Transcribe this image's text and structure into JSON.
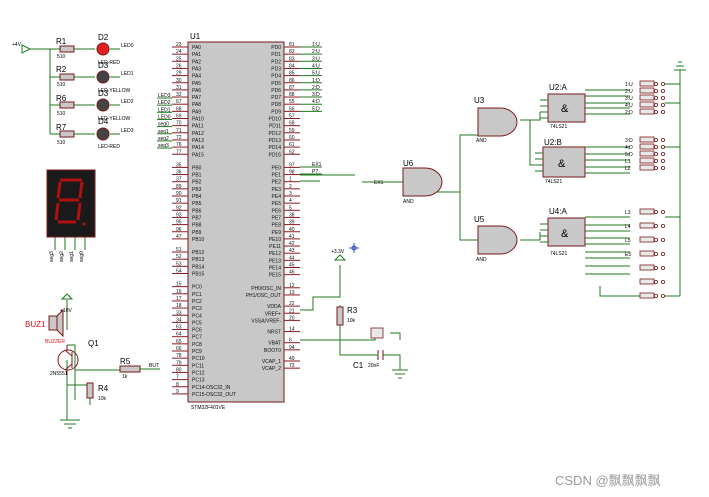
{
  "power": {
    "v4": "+4V",
    "v10": "+10V",
    "v33": "+3.3V"
  },
  "resistors": [
    {
      "name": "R1",
      "value": "510"
    },
    {
      "name": "R2",
      "value": "510"
    },
    {
      "name": "R6",
      "value": "510"
    },
    {
      "name": "R7",
      "value": "510"
    },
    {
      "name": "R5",
      "value": "1k"
    },
    {
      "name": "R4",
      "value": "10k"
    },
    {
      "name": "R3",
      "value": "10k"
    }
  ],
  "leds": [
    {
      "ref": "D2",
      "label": "LED-RED",
      "net": "LED0"
    },
    {
      "ref": "D3",
      "label": "LED-YELLOW",
      "net": "LED1"
    },
    {
      "ref": "D3",
      "label": "LED-YELLOW",
      "net": "LED2"
    },
    {
      "ref": "D4",
      "label": "LED-RED",
      "net": "LED3"
    }
  ],
  "seven_seg": {
    "pins": [
      "seg3",
      "seg2",
      "seg1",
      "seg0"
    ]
  },
  "buzzer": {
    "ref": "BUZ1",
    "label": "BUZZER"
  },
  "transistor": {
    "ref": "Q1",
    "part": "2N5551"
  },
  "mcu": {
    "ref": "U1",
    "part": "STM32F401VE",
    "left_pins": [
      {
        "num": "23",
        "name": "PA0"
      },
      {
        "num": "24",
        "name": "PA1"
      },
      {
        "num": "25",
        "name": "PA2"
      },
      {
        "num": "26",
        "name": "PA3"
      },
      {
        "num": "29",
        "name": "PA4"
      },
      {
        "num": "30",
        "name": "PA5"
      },
      {
        "num": "31",
        "name": "PA6"
      },
      {
        "num": "32",
        "name": "PA7"
      },
      {
        "num": "67",
        "name": "PA8"
      },
      {
        "num": "68",
        "name": "PA9"
      },
      {
        "num": "69",
        "name": "PA10"
      },
      {
        "num": "70",
        "name": "PA11"
      },
      {
        "num": "71",
        "name": "PA12"
      },
      {
        "num": "72",
        "name": "PA13"
      },
      {
        "num": "76",
        "name": "PA14"
      },
      {
        "num": "77",
        "name": "PA15"
      },
      {
        "num": "35",
        "name": "PB0"
      },
      {
        "num": "36",
        "name": "PB1"
      },
      {
        "num": "37",
        "name": "PB2"
      },
      {
        "num": "89",
        "name": "PB3"
      },
      {
        "num": "90",
        "name": "PB4"
      },
      {
        "num": "91",
        "name": "PB5"
      },
      {
        "num": "92",
        "name": "PB6"
      },
      {
        "num": "93",
        "name": "PB7"
      },
      {
        "num": "95",
        "name": "PB8"
      },
      {
        "num": "96",
        "name": "PB9"
      },
      {
        "num": "47",
        "name": "PB10"
      },
      {
        "num": "51",
        "name": "PB12"
      },
      {
        "num": "52",
        "name": "PB13"
      },
      {
        "num": "53",
        "name": "PB14"
      },
      {
        "num": "54",
        "name": "PB15"
      },
      {
        "num": "15",
        "name": "PC0"
      },
      {
        "num": "16",
        "name": "PC1"
      },
      {
        "num": "17",
        "name": "PC2"
      },
      {
        "num": "18",
        "name": "PC3"
      },
      {
        "num": "33",
        "name": "PC4"
      },
      {
        "num": "34",
        "name": "PC5"
      },
      {
        "num": "63",
        "name": "PC6"
      },
      {
        "num": "64",
        "name": "PC7"
      },
      {
        "num": "65",
        "name": "PC8"
      },
      {
        "num": "66",
        "name": "PC9"
      },
      {
        "num": "78",
        "name": "PC10"
      },
      {
        "num": "79",
        "name": "PC11"
      },
      {
        "num": "80",
        "name": "PC12"
      },
      {
        "num": "7",
        "name": "PC13"
      },
      {
        "num": "8",
        "name": "PC14-OSC32_IN"
      },
      {
        "num": "9",
        "name": "PC15-OSC32_OUT"
      }
    ],
    "right_pins": [
      {
        "num": "81",
        "name": "PD0"
      },
      {
        "num": "82",
        "name": "PD1"
      },
      {
        "num": "83",
        "name": "PD2"
      },
      {
        "num": "84",
        "name": "PD3"
      },
      {
        "num": "85",
        "name": "PD4"
      },
      {
        "num": "86",
        "name": "PD5"
      },
      {
        "num": "87",
        "name": "PD6"
      },
      {
        "num": "88",
        "name": "PD7"
      },
      {
        "num": "55",
        "name": "PD8"
      },
      {
        "num": "56",
        "name": "PD9"
      },
      {
        "num": "57",
        "name": "PD10"
      },
      {
        "num": "58",
        "name": "PD11"
      },
      {
        "num": "59",
        "name": "PD12"
      },
      {
        "num": "60",
        "name": "PD13"
      },
      {
        "num": "61",
        "name": "PD14"
      },
      {
        "num": "62",
        "name": "PD15"
      },
      {
        "num": "97",
        "name": "PE0"
      },
      {
        "num": "98",
        "name": "PE1"
      },
      {
        "num": "1",
        "name": "PE2"
      },
      {
        "num": "2",
        "name": "PE3"
      },
      {
        "num": "3",
        "name": "PE4"
      },
      {
        "num": "4",
        "name": "PE5"
      },
      {
        "num": "5",
        "name": "PE6"
      },
      {
        "num": "38",
        "name": "PE7"
      },
      {
        "num": "39",
        "name": "PE8"
      },
      {
        "num": "40",
        "name": "PE9"
      },
      {
        "num": "41",
        "name": "PE10"
      },
      {
        "num": "42",
        "name": "PE11"
      },
      {
        "num": "43",
        "name": "PE12"
      },
      {
        "num": "44",
        "name": "PE13"
      },
      {
        "num": "45",
        "name": "PE14"
      },
      {
        "num": "46",
        "name": "PE15"
      },
      {
        "num": "12",
        "name": "PH0/OSC_IN"
      },
      {
        "num": "13",
        "name": "PH1/OSC_OUT"
      },
      {
        "num": "22",
        "name": "VDDA"
      },
      {
        "num": "21",
        "name": "VREF+"
      },
      {
        "num": "20",
        "name": "VSSA/VREF-"
      },
      {
        "num": "14",
        "name": "NRST"
      },
      {
        "num": "6",
        "name": "VBAT"
      },
      {
        "num": "94",
        "name": "BOOT0"
      },
      {
        "num": "49",
        "name": "VCAP_1"
      },
      {
        "num": "73",
        "name": "VCAP_2"
      }
    ],
    "net_labels_left": [
      "LED3",
      "LED2",
      "LED1",
      "LED0",
      "seg0",
      "seg1",
      "seg2",
      "seg3"
    ],
    "net_labels_right": [
      "1:U",
      "2:U",
      "3:U",
      "4:U",
      "5:U",
      "1:D",
      "2:D",
      "3:D",
      "4:D",
      "5:D",
      "EX1",
      "P?"
    ],
    "bu": "BUT"
  },
  "gates": [
    {
      "ref": "U3",
      "type": "AND"
    },
    {
      "ref": "U5",
      "type": "AND"
    },
    {
      "ref": "U6",
      "type": "AND"
    },
    {
      "ref": "U2:A",
      "part": "74LS21"
    },
    {
      "ref": "U2:B",
      "part": "74LS21"
    },
    {
      "ref": "U4:A",
      "part": "74LS21"
    }
  ],
  "gate_symbol": "&",
  "switch_labels": [
    "1:U",
    "2:U",
    "3:U",
    "4:U",
    "2:D",
    "3:D",
    "4:D",
    "5:D",
    "L1",
    "L2",
    "L3",
    "L4",
    "L5",
    "E5"
  ],
  "ex_label": "EX1",
  "capacitor": {
    "ref": "C1",
    "value": "20nF"
  },
  "watermark": "CSDN @飘飘飘飘"
}
